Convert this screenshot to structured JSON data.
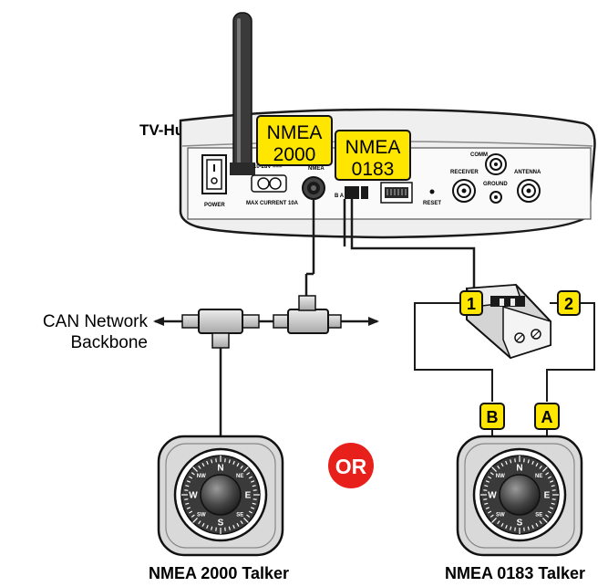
{
  "hub": {
    "title": "TV-Hub",
    "labels": {
      "power": "POWER",
      "voltage": "10-28V ===",
      "max_current": "MAX CURRENT 10A",
      "nmea_port": "NMEA",
      "b_a": "B    A",
      "reset": "RESET",
      "comm": "COMM",
      "receiver": "RECEIVER",
      "ground": "GROUND",
      "antenna": "ANTENNA"
    }
  },
  "callouts": {
    "nmea2000": {
      "line1": "NMEA",
      "line2": "2000"
    },
    "nmea0183": {
      "line1": "NMEA",
      "line2": "0183"
    }
  },
  "backbone": {
    "line1": "CAN Network",
    "line2": "Backbone"
  },
  "wire_tags": {
    "one": "1",
    "two": "2",
    "b": "B",
    "a": "A"
  },
  "or_badge": "OR",
  "compass_marks": {
    "n": "N",
    "e": "E",
    "s": "S",
    "w": "W",
    "ne": "NE",
    "se": "SE",
    "sw": "SW",
    "nw": "NW"
  },
  "talkers": {
    "left": "NMEA 2000 Talker",
    "right": "NMEA 0183 Talker"
  },
  "colors": {
    "callout": "#ffe600",
    "or_badge": "#e8201c",
    "device": "#d9d9d9",
    "hub_body": "#ededed"
  }
}
